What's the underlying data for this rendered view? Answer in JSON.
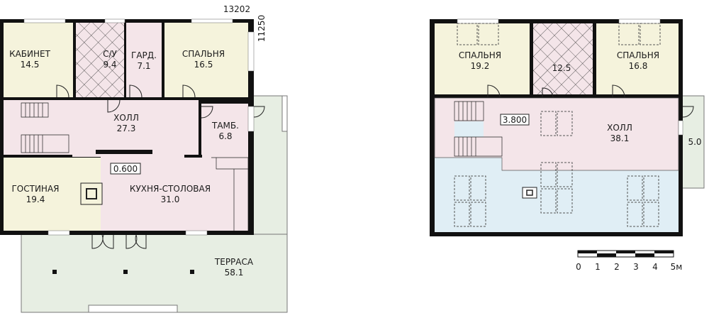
{
  "dimensions": {
    "width_label": "13202",
    "depth_label": "11250"
  },
  "colors": {
    "living": "#f5f3dc",
    "service": "#f4e5e9",
    "terrace": "#e7eee3",
    "second_light": "#e0eef5",
    "wall": "#111111"
  },
  "ground_floor": {
    "level": "0.600",
    "rooms": [
      {
        "name": "КАБИНЕТ",
        "area": "14.5"
      },
      {
        "name": "С/У",
        "area": "9.4"
      },
      {
        "name": "ГАРД.",
        "area": "7.1"
      },
      {
        "name": "СПАЛЬНЯ",
        "area": "16.5"
      },
      {
        "name": "ХОЛЛ",
        "area": "27.3"
      },
      {
        "name": "ТАМБ.",
        "area": "6.8"
      },
      {
        "name": "ГОСТИНАЯ",
        "area": "19.4"
      },
      {
        "name": "КУХНЯ-СТОЛОВАЯ",
        "area": "31.0"
      },
      {
        "name": "ТЕРРАСА",
        "area": "58.1"
      }
    ]
  },
  "upper_floor": {
    "level": "3.800",
    "rooms": [
      {
        "name": "СПАЛЬНЯ",
        "area": "19.2"
      },
      {
        "name": "",
        "area": "12.5"
      },
      {
        "name": "СПАЛЬНЯ",
        "area": "16.8"
      },
      {
        "name": "ХОЛЛ",
        "area": "38.1"
      },
      {
        "name": "",
        "area": "5.0"
      }
    ]
  },
  "scale_bar": {
    "labels": [
      "0",
      "1",
      "2",
      "3",
      "4",
      "5м"
    ]
  }
}
